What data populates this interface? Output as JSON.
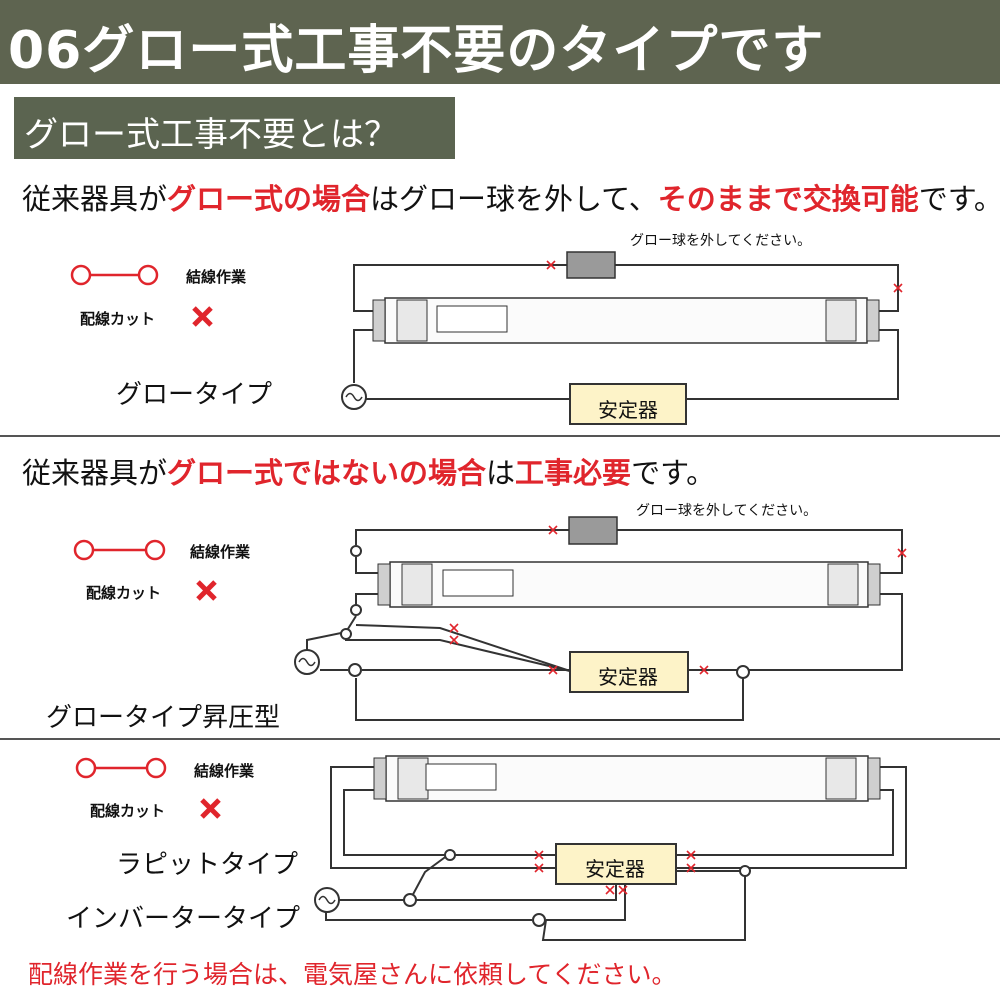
{
  "header": {
    "title": "06グロー式工事不要のタイプです"
  },
  "subheader": {
    "title": "グロー式工事不要とは？"
  },
  "sections": [
    {
      "lead": {
        "t1": "従来器具が",
        "t2": "グロー式の場合",
        "t3": "はグロー球を外して、",
        "t4": "そのままで交換可能",
        "t5": "です。"
      },
      "legend_wiring": "結線作業",
      "legend_cut": "配線カット",
      "type_label": "グロータイプ",
      "glow_note": "グロー球を外してください。",
      "ballast": "安定器"
    },
    {
      "lead": {
        "t1": "従来器具が",
        "t2": "グロー式ではないの場合",
        "t3": "は",
        "t4": "工事必要",
        "t5": "です。"
      },
      "legend_wiring": "結線作業",
      "legend_cut": "配線カット",
      "type_label": "グロータイプ昇圧型",
      "glow_note": "グロー球を外してください。",
      "ballast": "安定器"
    },
    {
      "legend_wiring": "結線作業",
      "legend_cut": "配線カット",
      "type_label_1": "ラピットタイプ",
      "type_label_2": "インバータータイプ",
      "ballast": "安定器"
    }
  ],
  "footer": {
    "note": "配線作業を行う場合は、電気屋さんに依頼してください。"
  },
  "colors": {
    "accent_red": "#e0252c",
    "header_bg": "#5e6450",
    "ballast_fill": "#fdf3c8"
  }
}
